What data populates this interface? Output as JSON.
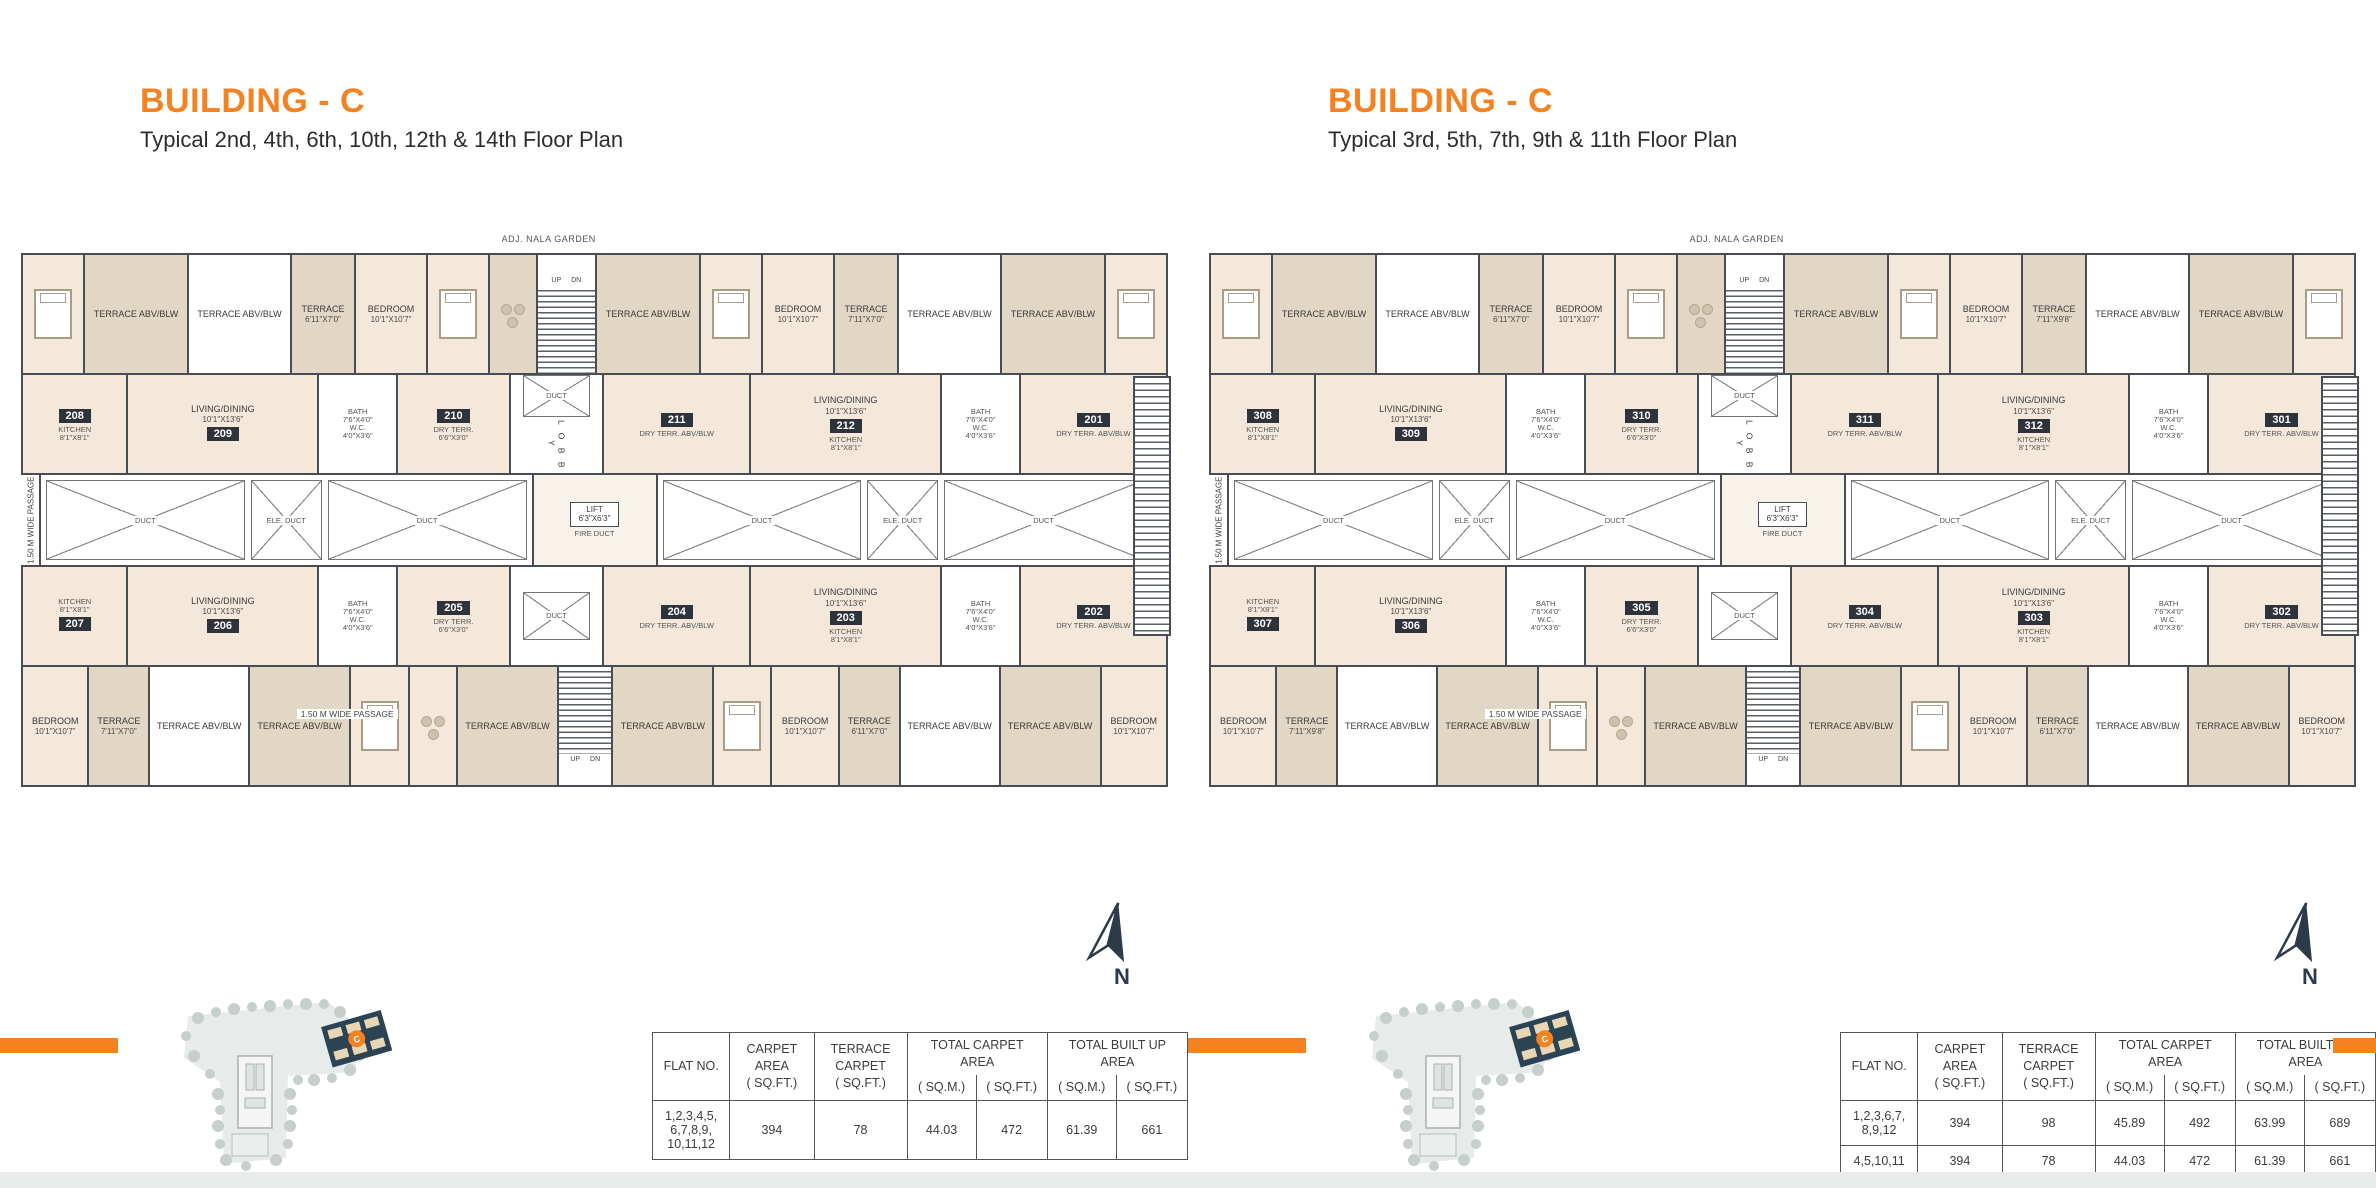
{
  "page": {
    "accent_color": "#F58220",
    "bottom_strip_color": "#e9ebea"
  },
  "plans": [
    {
      "title": "BUILDING - C",
      "subtitle": "Typical 2nd, 4th, 6th, 10th, 12th & 14th Floor Plan",
      "garden_label": "ADJ. NALA GARDEN",
      "passage_label": "1.50 M WIDE PASSAGE",
      "lobby_label": "L O B B Y",
      "lift_label": "LIFT",
      "lift_dim": "6'3\"X6'3\"",
      "up_label": "UP",
      "dn_label": "DN",
      "duct_label": "DUCT",
      "ele_duct_label": "ELE. DUCT",
      "fire_duct_label": "FIRE DUCT",
      "north_label": "N",
      "map_badge": "C",
      "rooms": {
        "bedroom": "BEDROOM",
        "bedroom_dim": "10'1\"X10'7\"",
        "living": "LIVING/DINING",
        "living_dim": "10'1\"X13'6\"",
        "kitchen": "KITCHEN",
        "kitchen_dim": "8'1\"X8'1\"",
        "bath": "BATH",
        "bath_dim": "7'6\"X4'0\"",
        "wc": "W.C.",
        "wc_dim": "4'0\"X3'6\"",
        "dry_terr": "DRY TERR.",
        "dry_terr_dim": "6'6\"X3'0\"",
        "dry_terr_abv": "DRY TERR. ABV/BLW",
        "terrace": "TERRACE",
        "terrace_abv": "TERRACE ABV/BLW",
        "terrace_dim_a": "6'11\"X7'0\"",
        "terrace_dim_b": "7'11\"X7'0\""
      },
      "flats_top": [
        "208",
        "209",
        "210",
        "211",
        "212",
        "201"
      ],
      "flats_bottom": [
        "207",
        "206",
        "205",
        "204",
        "203",
        "202"
      ],
      "table": {
        "headers": [
          "FLAT NO.",
          "CARPET AREA",
          "TERRACE CARPET",
          "TOTAL CARPET AREA",
          "TOTAL BUILT UP AREA"
        ],
        "units": [
          "( SQ.FT.)",
          "( SQ.FT.)",
          "( SQ.M.)",
          "( SQ.FT.)",
          "( SQ.M.)",
          "( SQ.FT.)"
        ],
        "rows": [
          [
            "1,2,3,4,5,\n6,7,8,9,\n10,11,12",
            "394",
            "78",
            "44.03",
            "472",
            "61.39",
            "661"
          ]
        ]
      }
    },
    {
      "title": "BUILDING - C",
      "subtitle": "Typical 3rd, 5th, 7th, 9th & 11th Floor Plan",
      "garden_label": "ADJ. NALA GARDEN",
      "passage_label": "1.50 M WIDE PASSAGE",
      "lobby_label": "L O B B Y",
      "lift_label": "LIFT",
      "lift_dim": "6'3\"X6'3\"",
      "up_label": "UP",
      "dn_label": "DN",
      "duct_label": "DUCT",
      "ele_duct_label": "ELE. DUCT",
      "fire_duct_label": "FIRE DUCT",
      "north_label": "N",
      "map_badge": "C",
      "rooms": {
        "bedroom": "BEDROOM",
        "bedroom_dim": "10'1\"X10'7\"",
        "living": "LIVING/DINING",
        "living_dim": "10'1\"X13'6\"",
        "kitchen": "KITCHEN",
        "kitchen_dim": "8'1\"X8'1\"",
        "bath": "BATH",
        "bath_dim": "7'6\"X4'0\"",
        "wc": "W.C.",
        "wc_dim": "4'0\"X3'6\"",
        "dry_terr": "DRY TERR.",
        "dry_terr_dim": "6'6\"X3'0\"",
        "dry_terr_abv": "DRY TERR. ABV/BLW",
        "terrace": "TERRACE",
        "terrace_abv": "TERRACE ABV/BLW",
        "terrace_dim_a": "6'11\"X7'0\"",
        "terrace_dim_b": "7'11\"X9'8\""
      },
      "flats_top": [
        "308",
        "309",
        "310",
        "311",
        "312",
        "301"
      ],
      "flats_bottom": [
        "307",
        "306",
        "305",
        "304",
        "303",
        "302"
      ],
      "table": {
        "headers": [
          "FLAT NO.",
          "CARPET AREA",
          "TERRACE CARPET",
          "TOTAL CARPET AREA",
          "TOTAL BUILT UP AREA"
        ],
        "units": [
          "( SQ.FT.)",
          "( SQ.FT.)",
          "( SQ.M.)",
          "( SQ.FT.)",
          "( SQ.M.)",
          "( SQ.FT.)"
        ],
        "rows": [
          [
            "1,2,3,6,7,\n8,9,12",
            "394",
            "98",
            "45.89",
            "492",
            "63.99",
            "689"
          ],
          [
            "4,5,10,11",
            "394",
            "78",
            "44.03",
            "472",
            "61.39",
            "661"
          ]
        ]
      }
    }
  ]
}
